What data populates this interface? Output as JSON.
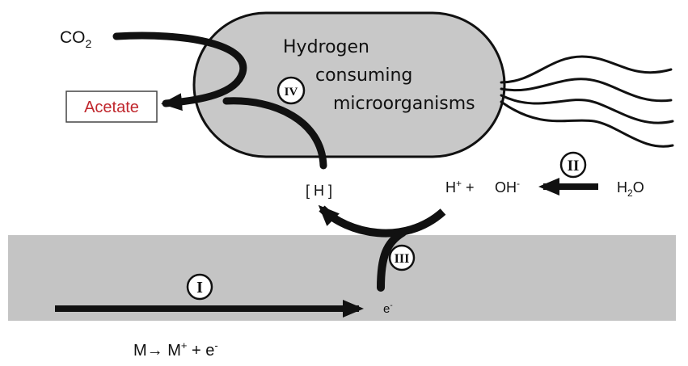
{
  "labels": {
    "co2_main": "CO",
    "co2_sub": "2",
    "acetate": "Acetate",
    "organism_line1": "Hydrogen",
    "organism_line2": "consuming",
    "organism_line3": "microorganisms",
    "h_bracket": "[ H ]",
    "h_plus_main": "H",
    "h_plus_sup": "+",
    "h_plus_tail": " +",
    "oh_main": "OH",
    "oh_sup": "-",
    "h2o_main": "H",
    "h2o_sub": "2",
    "h2o_tail": "O",
    "electron_main": "e",
    "electron_sup": "-",
    "equation_m": "M",
    "equation_arrow": "→",
    "equation_mplus": " M",
    "equation_plus_sup": "+",
    "equation_tail": " + e",
    "equation_minus_sup": "-"
  },
  "steps": {
    "step1": "I",
    "step2": "II",
    "step3": "III",
    "step4": "IV"
  },
  "colors": {
    "cell_fill": "#c8c8c8",
    "electrode_fill": "#c4c4c4",
    "acetate_text": "#c0272d",
    "arrow": "#111111"
  }
}
